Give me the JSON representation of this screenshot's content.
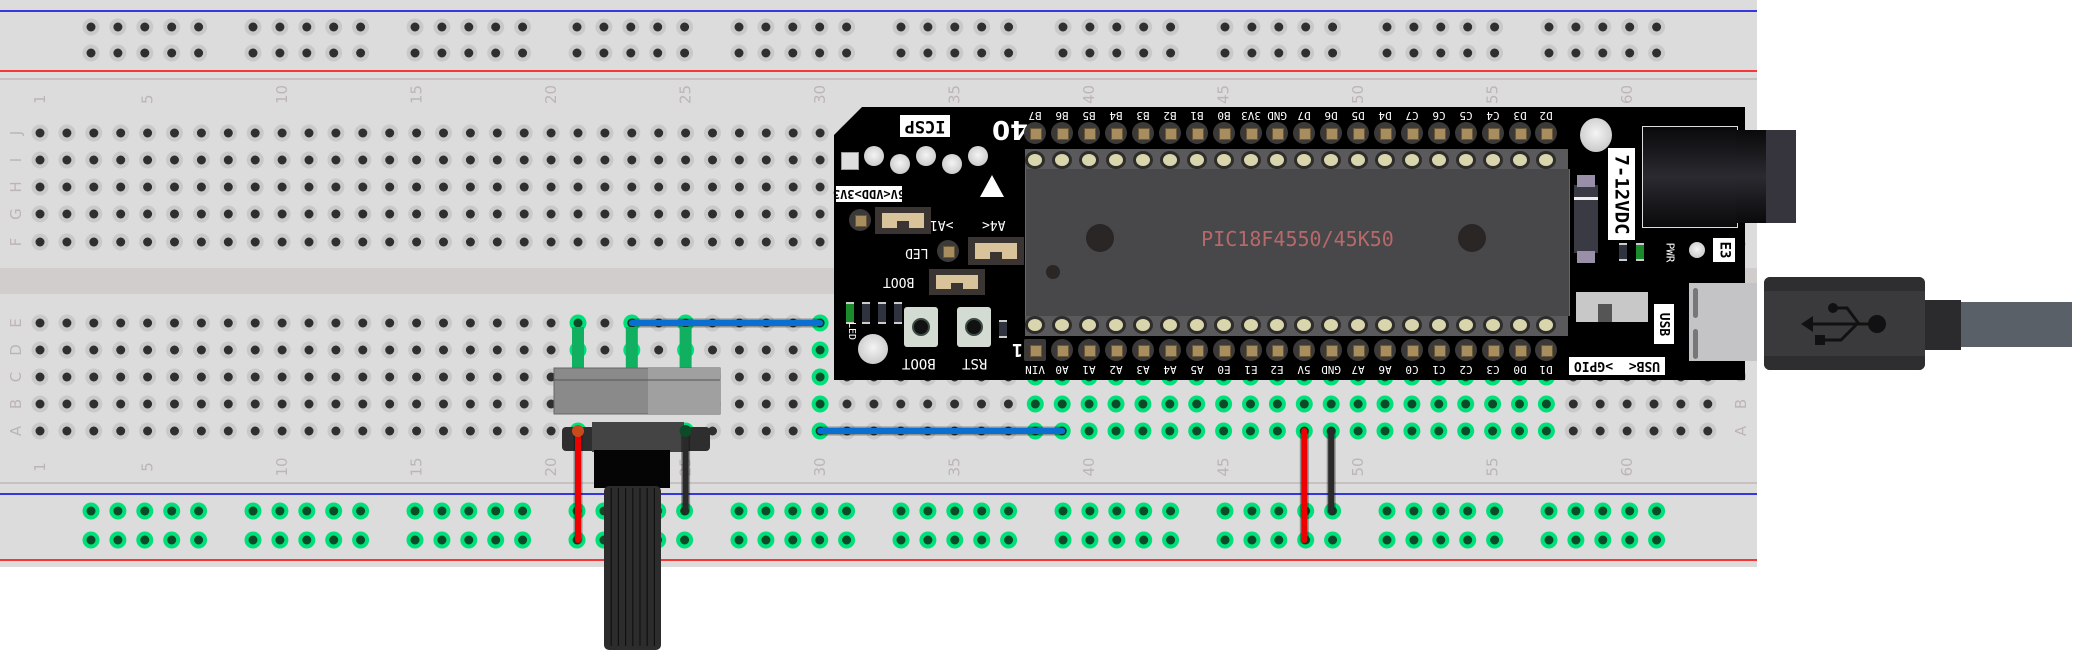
{
  "breadboard": {
    "rows_top": [
      "J",
      "I",
      "H",
      "G",
      "F"
    ],
    "rows_bottom": [
      "E",
      "D",
      "C",
      "B",
      "A"
    ],
    "column_numbers": [
      "1",
      "5",
      "10",
      "15",
      "20",
      "25",
      "30",
      "35",
      "40",
      "45",
      "50",
      "55",
      "60"
    ]
  },
  "board": {
    "chip_label": "PIC18F4550/45K50",
    "top_pins": [
      "B7",
      "B6",
      "B5",
      "B4",
      "B3",
      "B2",
      "B1",
      "B0",
      "3V3",
      "GND",
      "D7",
      "D6",
      "D5",
      "D4",
      "C7",
      "C6",
      "C5",
      "C4",
      "D3",
      "D2"
    ],
    "bottom_pins": [
      "VIN",
      "A0",
      "A1",
      "A2",
      "A3",
      "A4",
      "A5",
      "E0",
      "E1",
      "E2",
      "5V",
      "GND",
      "A7",
      "A6",
      "C0",
      "C1",
      "C2",
      "C3",
      "D0",
      "D1"
    ],
    "labels": {
      "icsp": "ICSP",
      "pin_count": "40",
      "vdd_select": "5V<VDD>3V3",
      "a1": ">A1",
      "a4": "A4<",
      "led_jumper": "LED",
      "boot_jumper": "BOOT",
      "led_smd": "LED",
      "boot_button": "BOOT",
      "rst_button": "RST",
      "pin1": "1",
      "power": "7-12VDC",
      "pwr": "PWR",
      "e3": "E3",
      "usb_switch": "USB",
      "usb_gpio": "USB<  >GPIO"
    }
  },
  "colors": {
    "breadboard": "#dcdcdc",
    "rail_positive": "#ff0000",
    "rail_negative": "#0000dd",
    "wire_blue": "#0a6fd0",
    "wire_red": "#ee0000",
    "wire_black": "#2a2a2a",
    "connected": "#00e07a",
    "chip_label": "#b56a6a"
  }
}
